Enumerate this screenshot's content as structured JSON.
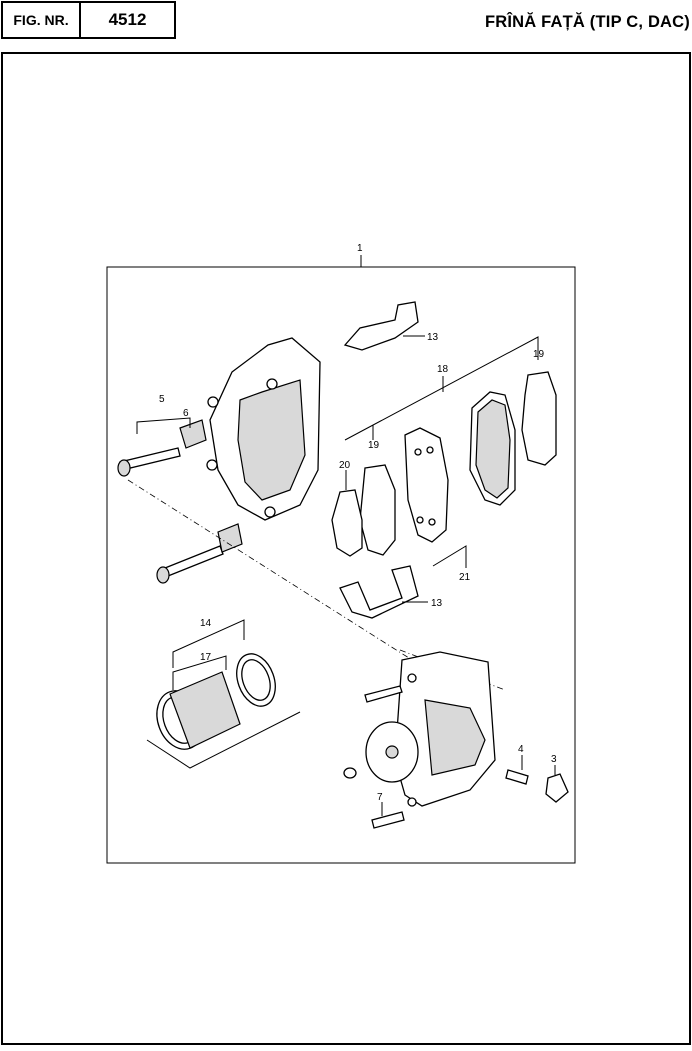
{
  "header": {
    "fig_label": "FIG. NR.",
    "fig_number": "4512",
    "title": "FRÎNĂ FAȚĂ (TIP C, DAC)"
  },
  "diagram": {
    "callouts": [
      {
        "id": "c1",
        "text": "1"
      },
      {
        "id": "c13a",
        "text": "13"
      },
      {
        "id": "c19a",
        "text": "19"
      },
      {
        "id": "c18",
        "text": "18"
      },
      {
        "id": "c5",
        "text": "5"
      },
      {
        "id": "c6",
        "text": "6"
      },
      {
        "id": "c19b",
        "text": "19"
      },
      {
        "id": "c20",
        "text": "20"
      },
      {
        "id": "c21",
        "text": "21"
      },
      {
        "id": "c13b",
        "text": "13"
      },
      {
        "id": "c14",
        "text": "14"
      },
      {
        "id": "c17",
        "text": "17"
      },
      {
        "id": "c4",
        "text": "4"
      },
      {
        "id": "c3",
        "text": "3"
      },
      {
        "id": "c7",
        "text": "7"
      }
    ]
  }
}
